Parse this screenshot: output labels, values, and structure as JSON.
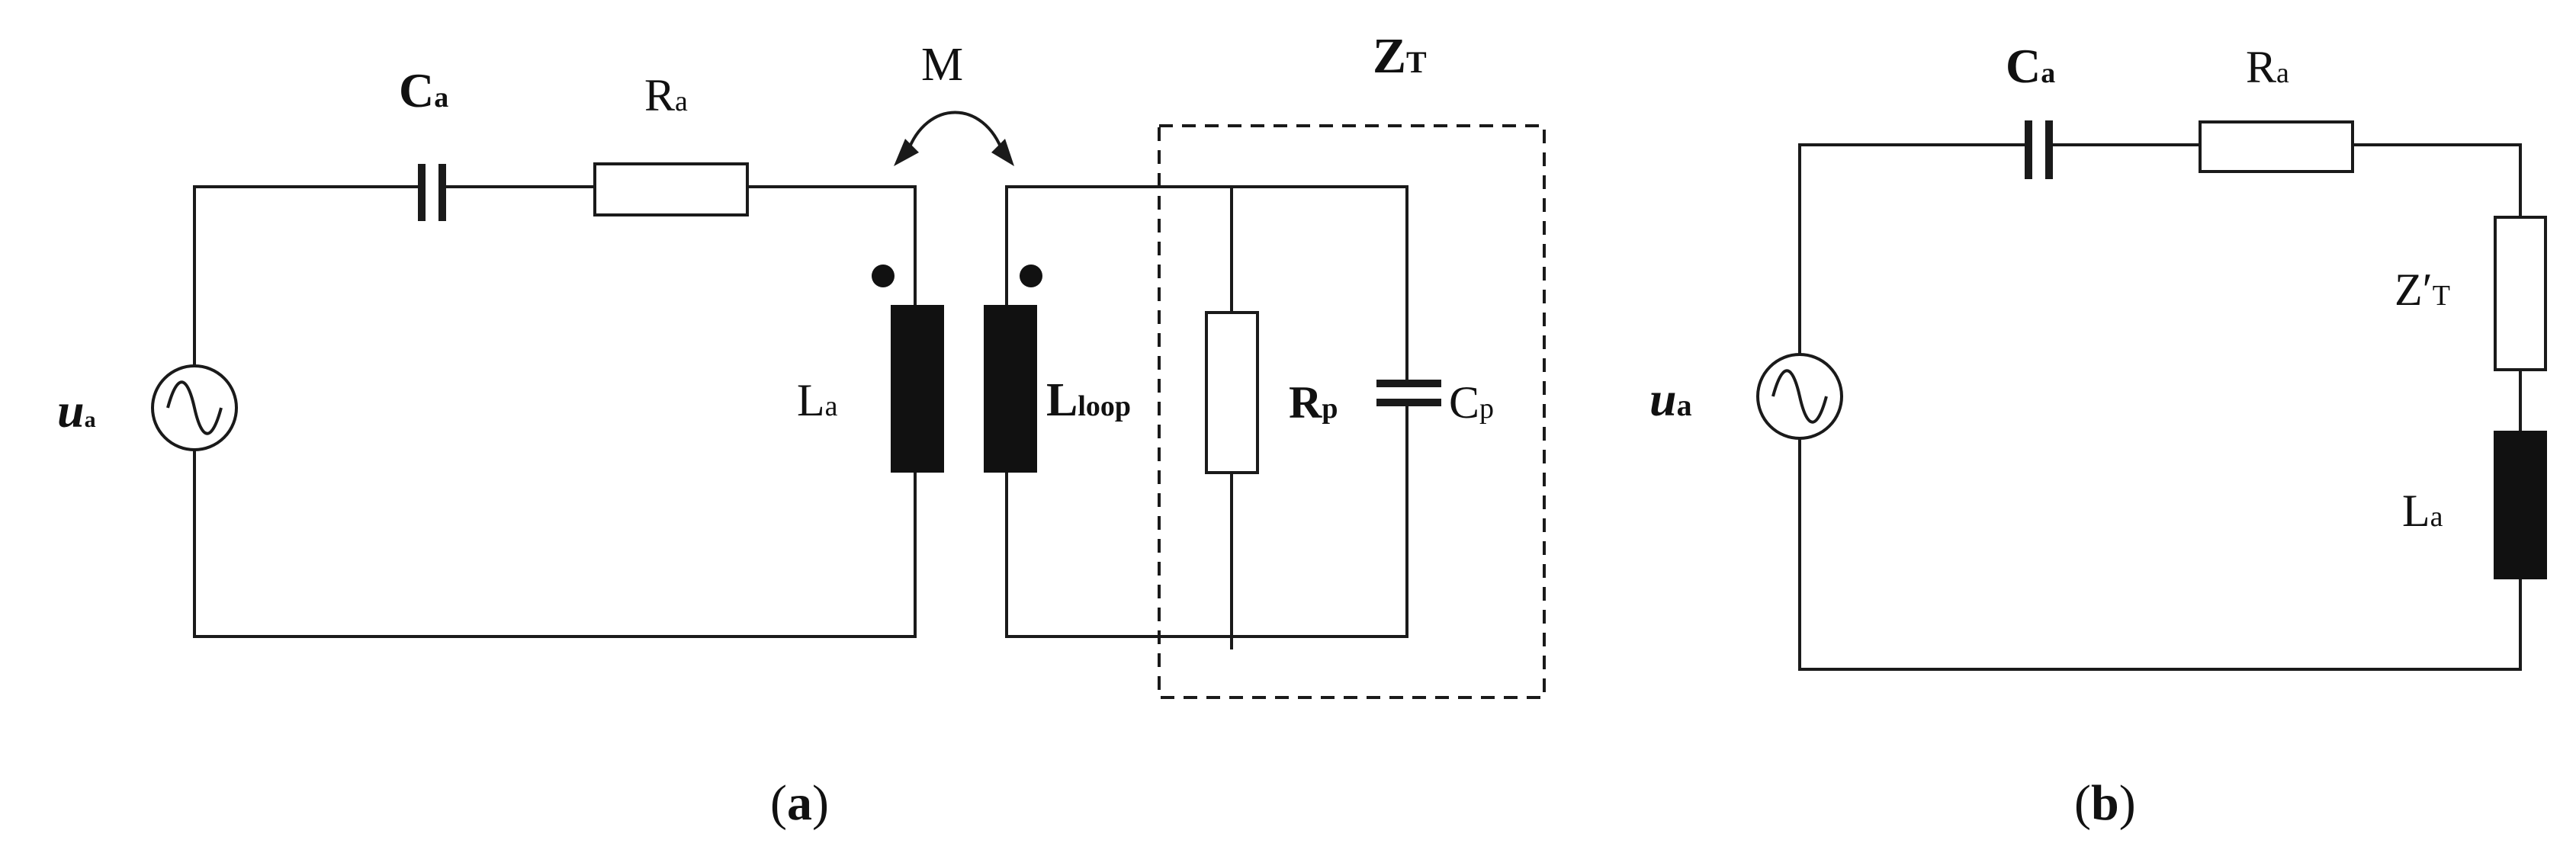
{
  "panel_a": {
    "source": {
      "main": "u",
      "sub": "a"
    },
    "capacitor": {
      "main": "C",
      "sub": "a"
    },
    "resistor": {
      "main": "R",
      "sub": "a"
    },
    "mutual": "M",
    "impedance_box": {
      "main": "Z",
      "sub": "T"
    },
    "antenna_inductor": {
      "main": "L",
      "sub": "a"
    },
    "loop_inductor": {
      "main": "L",
      "sub": "loop"
    },
    "parallel_resistor": {
      "main": "R",
      "sub": "p"
    },
    "parallel_capacitor": {
      "main": "C",
      "sub": "p"
    },
    "caption": {
      "open": "(",
      "letter": "a",
      "close": ")"
    }
  },
  "panel_b": {
    "source": {
      "main": "u",
      "sub": "a"
    },
    "capacitor": {
      "main": "C",
      "sub": "a"
    },
    "resistor": {
      "main": "R",
      "sub": "a"
    },
    "impedance": {
      "main": "Z′",
      "sub": "T"
    },
    "inductor": {
      "main": "L",
      "sub": "a"
    },
    "caption": {
      "open": "(",
      "letter": "b",
      "close": ")"
    }
  }
}
